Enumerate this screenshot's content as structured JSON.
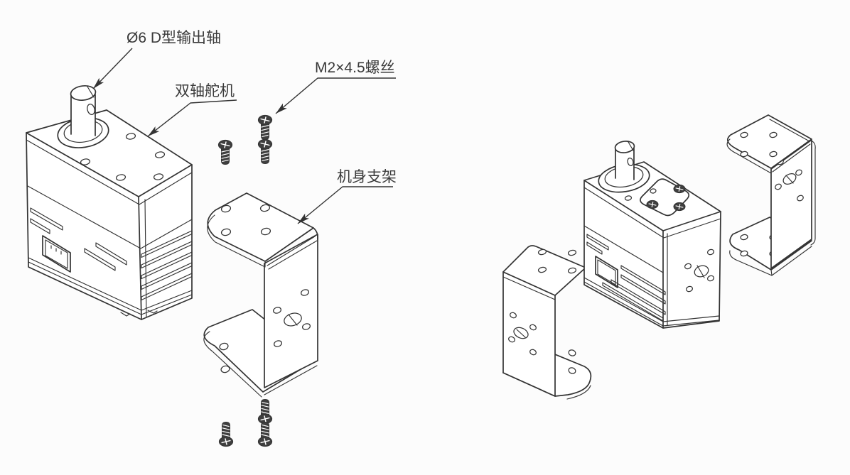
{
  "colors": {
    "background": "#fcfcfc",
    "line": "#333333",
    "screw_fill": "#3f3f3f",
    "text": "#3a3a3a"
  },
  "callouts": {
    "output_shaft": {
      "label": "Ø6 D型输出轴"
    },
    "servo": {
      "label": "双轴舵机"
    },
    "screws": {
      "label": "M2×4.5螺丝"
    },
    "bracket": {
      "label": "机身支架"
    }
  }
}
